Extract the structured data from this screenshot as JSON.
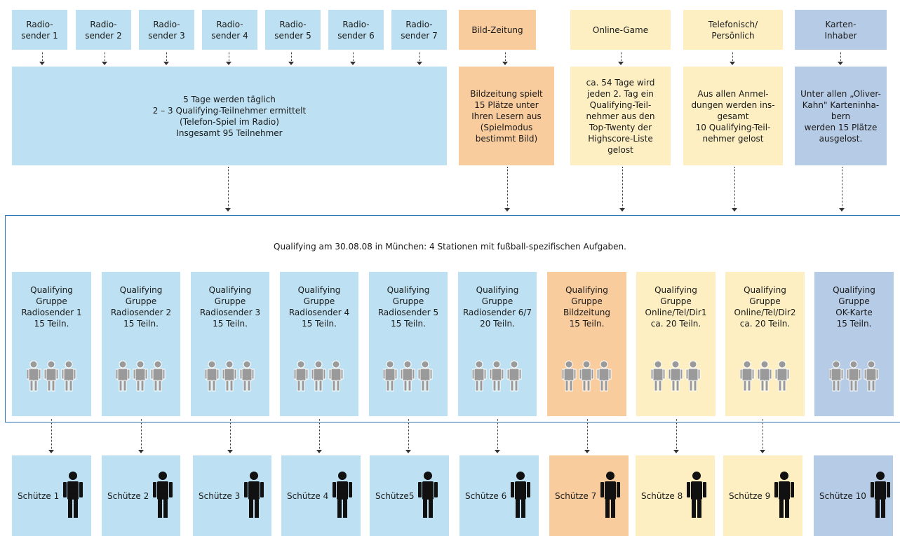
{
  "sources": [
    {
      "label": "Radio-\nsender 1",
      "color": "blue"
    },
    {
      "label": "Radio-\nsender 2",
      "color": "blue"
    },
    {
      "label": "Radio-\nsender 3",
      "color": "blue"
    },
    {
      "label": "Radio-\nsender 4",
      "color": "blue"
    },
    {
      "label": "Radio-\nsender 5",
      "color": "blue"
    },
    {
      "label": "Radio-\nsender 6",
      "color": "blue"
    },
    {
      "label": "Radio-\nsender 7",
      "color": "blue"
    },
    {
      "label": "Bild-Zeitung",
      "color": "orange"
    },
    {
      "label": "Online-Game",
      "color": "yellow"
    },
    {
      "label": "Telefonisch/\nPersönlich",
      "color": "yellow"
    },
    {
      "label": "Karten-\nInhaber",
      "color": "lilac"
    }
  ],
  "modes": [
    {
      "text": "5 Tage werden täglich\n2 – 3 Qualifying-Teilnehmer ermittelt\n(Telefon-Spiel im Radio)\nInsgesamt 95 Teilnehmer"
    },
    {
      "text": "Bildzeitung spielt\n15 Plätze unter\nIhren Lesern aus\n(Spielmodus\nbestimmt Bild)"
    },
    {
      "text": "ca. 54 Tage wird\njeden 2. Tag ein\nQualifying-Teil-\nnehmer aus den\nTop-Twenty der\nHighscore-Liste\ngelost"
    },
    {
      "text": "Aus allen Anmel-\ndungen werden ins-\ngesamt\n10 Qualifying-Teil-\nnehmer gelost"
    },
    {
      "text": "Unter allen „Oliver-\nKahn\" Karteninha-\nbern\nwerden 15 Plätze\nausgelost."
    }
  ],
  "qualifying_title": "Qualifying am 30.08.08 in München: 4 Stationen mit fußball-spezifischen Aufgaben.",
  "groups": [
    {
      "text": "Qualifying\nGruppe\nRadiosender 1\n15 Teiln."
    },
    {
      "text": "Qualifying\nGruppe\nRadiosender 2\n15 Teiln."
    },
    {
      "text": "Qualifying\nGruppe\nRadiosender 3\n15 Teiln."
    },
    {
      "text": "Qualifying\nGruppe\nRadiosender 4\n15 Teiln."
    },
    {
      "text": "Qualifying\nGruppe\nRadiosender 5\n15 Teiln."
    },
    {
      "text": "Qualifying\nGruppe\nRadiosender 6/7\n20 Teiln."
    },
    {
      "text": "Qualifying\nGruppe\nBildzeitung\n15 Teiln."
    },
    {
      "text": "Qualifying\nGruppe\nOnline/Tel/Dir1\nca. 20 Teiln."
    },
    {
      "text": "Qualifying\nGruppe\nOnline/Tel/Dir2\nca. 20 Teiln."
    },
    {
      "text": "Qualifying\nGruppe\nOK-Karte\n15 Teiln."
    }
  ],
  "shooters": [
    {
      "label": "Schütze 1"
    },
    {
      "label": "Schütze 2"
    },
    {
      "label": "Schütze 3"
    },
    {
      "label": "Schütze 4"
    },
    {
      "label": "Schütze5"
    },
    {
      "label": "Schütze 6"
    },
    {
      "label": "Schütze 7"
    },
    {
      "label": "Schütze 8"
    },
    {
      "label": "Schütze 9"
    },
    {
      "label": "Schütze 10"
    }
  ],
  "colors": {
    "blue": "#bde1f2",
    "orange": "#f9cc9e",
    "yellow": "#fdefc2",
    "lilac": "#b6cbe6",
    "frame": "#2f72b0"
  },
  "icons": {
    "group": "people-group-icon",
    "shooter": "person-icon"
  }
}
